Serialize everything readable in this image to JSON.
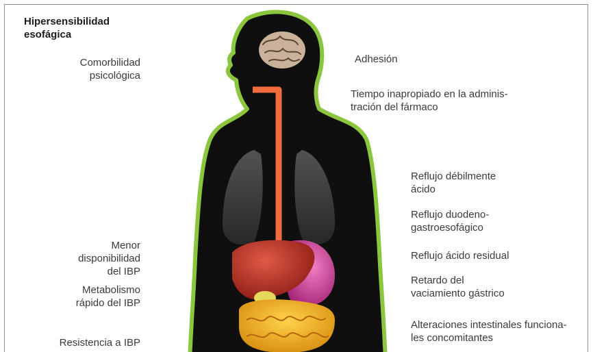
{
  "title": "Hipersensibilidad\nesofágica",
  "left_labels": [
    "Comorbilidad\npsicológica",
    "Menor\ndisponibilidad\ndel IBP",
    "Metabolismo\nrápido del IBP",
    "Resistencia a IBP"
  ],
  "right_labels": [
    "Adhesión",
    "Tiempo inapropiado en la adminis-\ntración del fármaco",
    "Reflujo débilmente\nácido",
    "Reflujo duodeno-\ngastroesofágico",
    "Reflujo ácido residual",
    "Retardo del\nvaciamiento gástrico",
    "Alteraciones intestinales funciona-\nles concomitantes"
  ],
  "colors": {
    "body_outline": "#8cc63f",
    "body_fill": "#0f0f0f",
    "esophagus": "#f26c3d",
    "liver": "#c9342a",
    "stomach": "#d957a6",
    "intestine": "#f2b21c",
    "brain": "#c9b299"
  }
}
